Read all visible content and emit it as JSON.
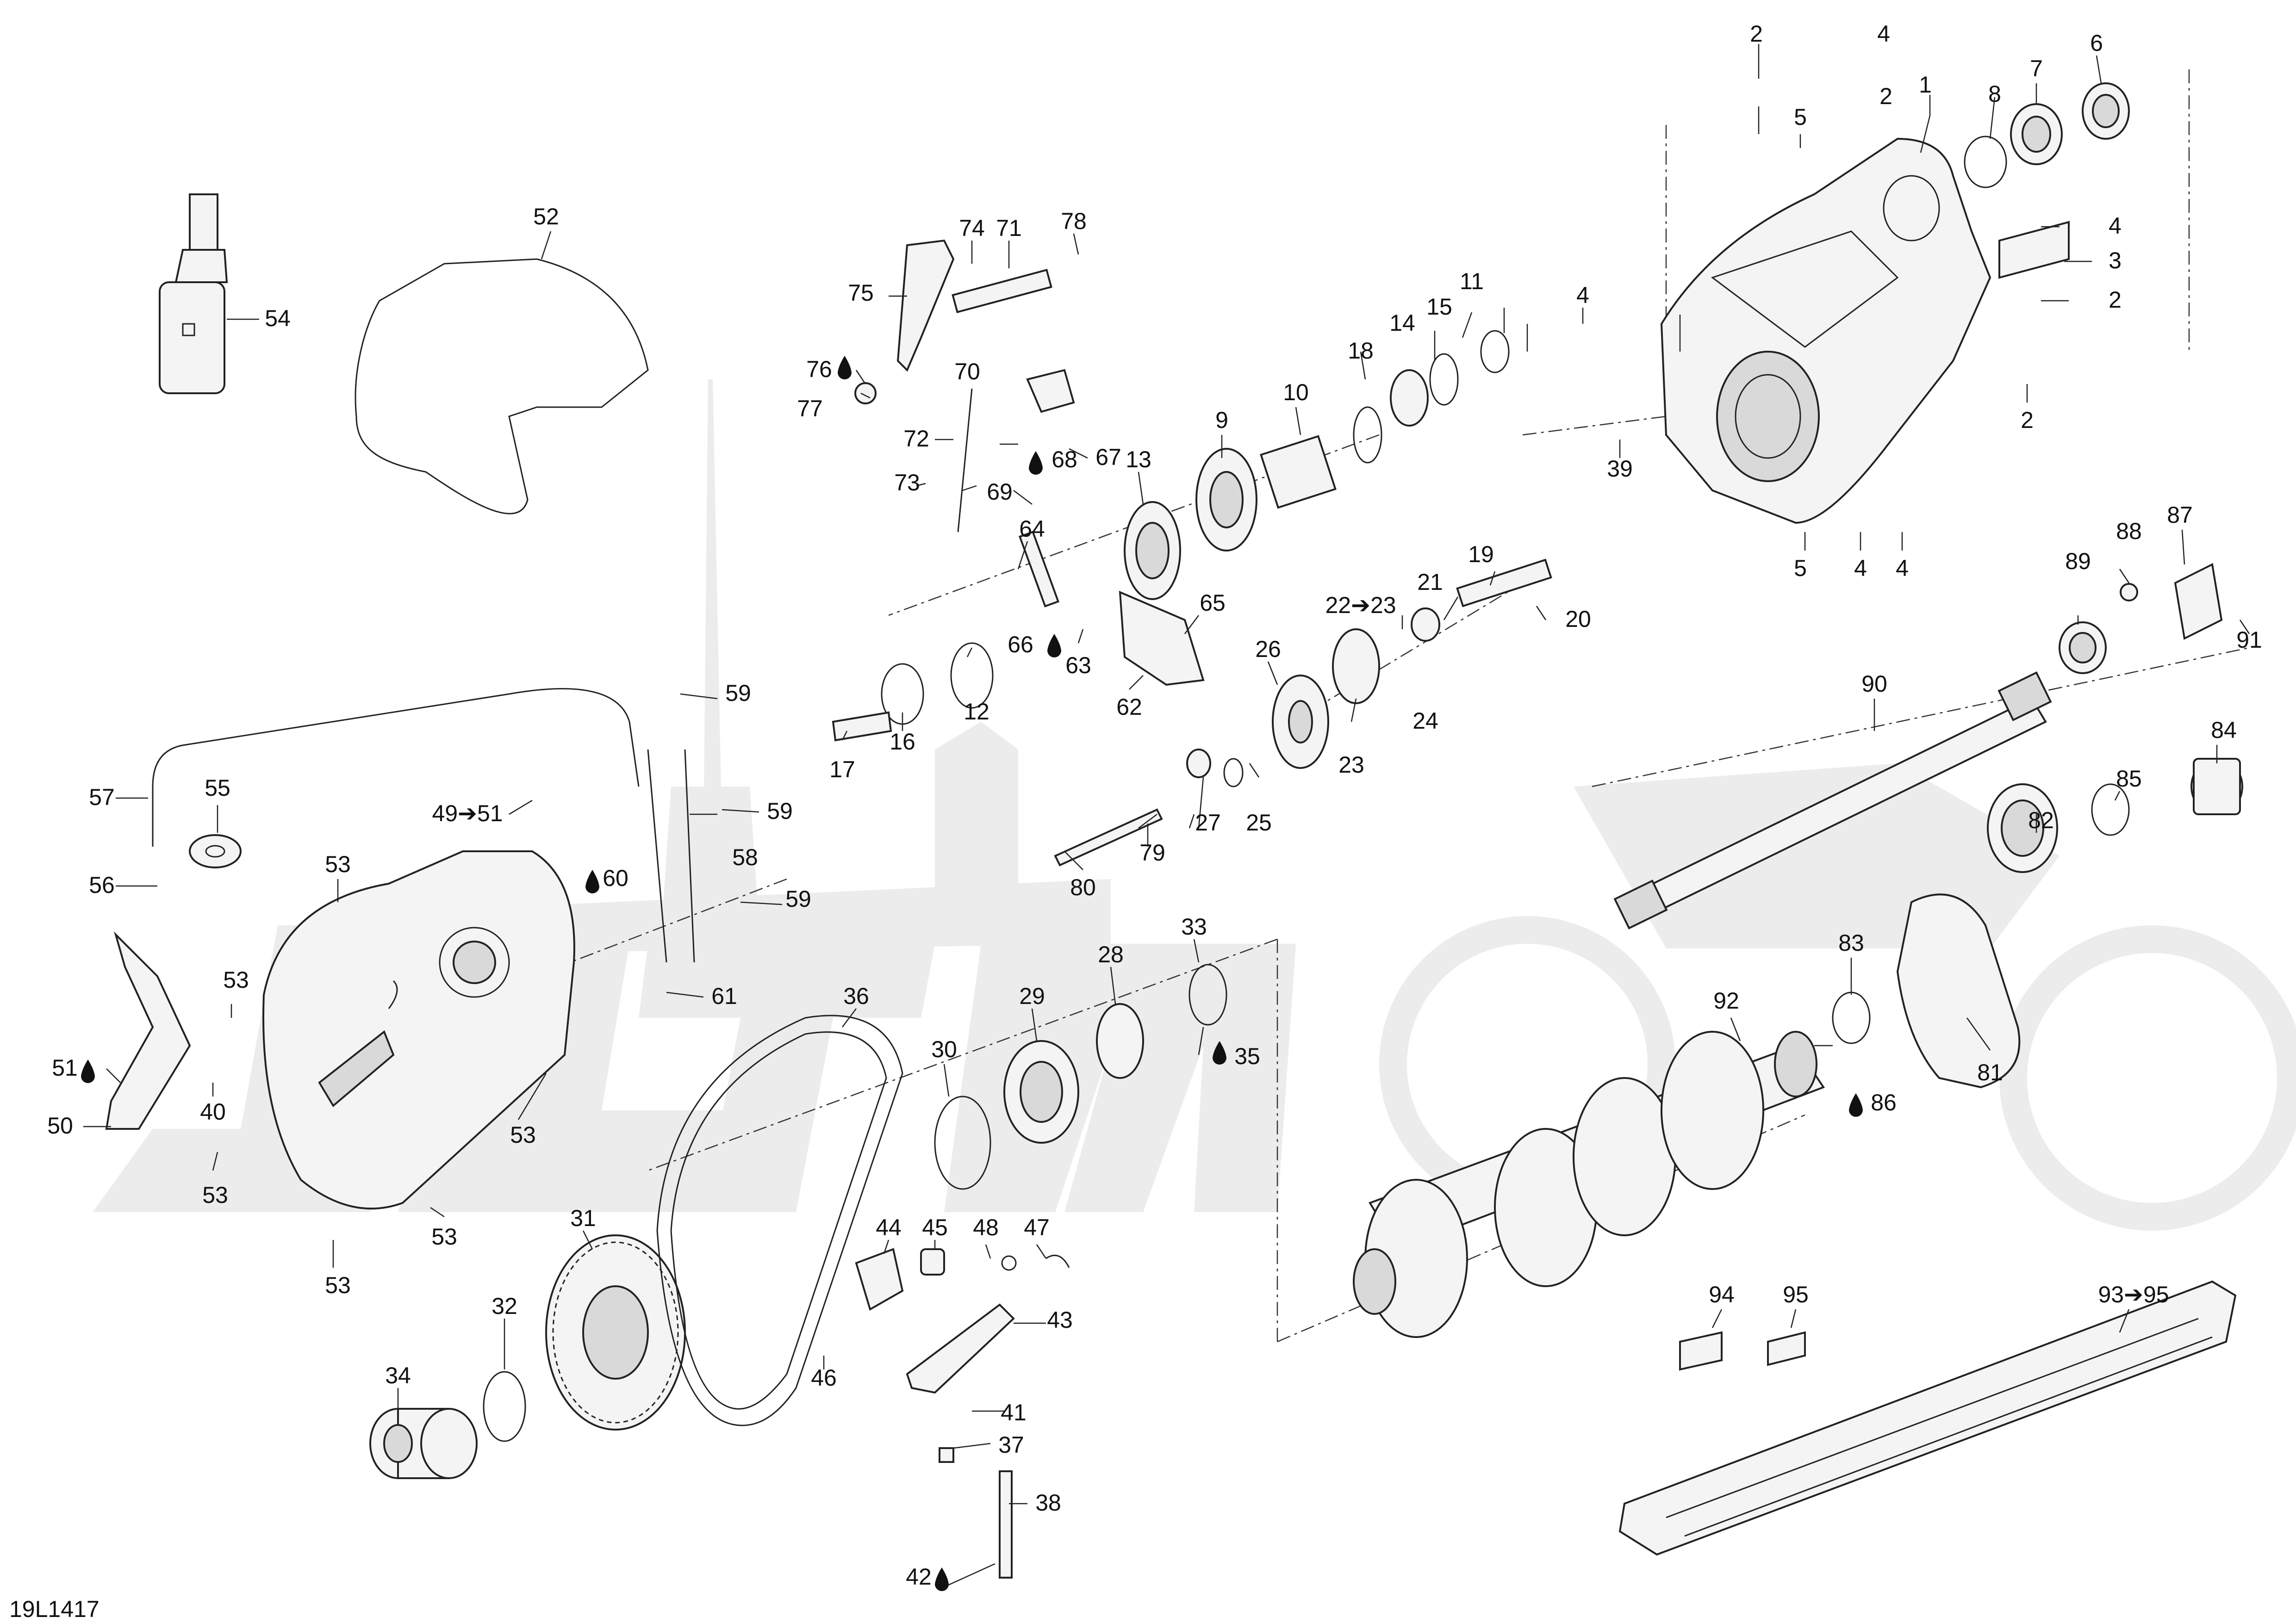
{
  "figure_code": "19L1417",
  "watermark": "ACTIMOTO",
  "callouts": [
    {
      "id": "c1",
      "text": "1"
    },
    {
      "id": "c2a",
      "text": "2"
    },
    {
      "id": "c2b",
      "text": "2"
    },
    {
      "id": "c2c",
      "text": "2"
    },
    {
      "id": "c2d",
      "text": "2"
    },
    {
      "id": "c3",
      "text": "3"
    },
    {
      "id": "c4a",
      "text": "4"
    },
    {
      "id": "c4b",
      "text": "4"
    },
    {
      "id": "c4c",
      "text": "4"
    },
    {
      "id": "c4d",
      "text": "4"
    },
    {
      "id": "c4e",
      "text": "4"
    },
    {
      "id": "c5a",
      "text": "5"
    },
    {
      "id": "c5b",
      "text": "5"
    },
    {
      "id": "c6",
      "text": "6"
    },
    {
      "id": "c7",
      "text": "7"
    },
    {
      "id": "c8",
      "text": "8"
    },
    {
      "id": "c9",
      "text": "9"
    },
    {
      "id": "c10",
      "text": "10"
    },
    {
      "id": "c11",
      "text": "11"
    },
    {
      "id": "c12",
      "text": "12"
    },
    {
      "id": "c13",
      "text": "13"
    },
    {
      "id": "c14",
      "text": "14"
    },
    {
      "id": "c15",
      "text": "15"
    },
    {
      "id": "c16",
      "text": "16"
    },
    {
      "id": "c17",
      "text": "17"
    },
    {
      "id": "c18",
      "text": "18"
    },
    {
      "id": "c19",
      "text": "19"
    },
    {
      "id": "c20",
      "text": "20"
    },
    {
      "id": "c21",
      "text": "21"
    },
    {
      "id": "c22",
      "text": "22➔23"
    },
    {
      "id": "c23",
      "text": "23"
    },
    {
      "id": "c24",
      "text": "24"
    },
    {
      "id": "c25",
      "text": "25"
    },
    {
      "id": "c26",
      "text": "26"
    },
    {
      "id": "c27",
      "text": "27"
    },
    {
      "id": "c28",
      "text": "28"
    },
    {
      "id": "c29",
      "text": "29"
    },
    {
      "id": "c30",
      "text": "30"
    },
    {
      "id": "c31",
      "text": "31"
    },
    {
      "id": "c32",
      "text": "32"
    },
    {
      "id": "c33",
      "text": "33"
    },
    {
      "id": "c34",
      "text": "34"
    },
    {
      "id": "c35",
      "text": "35"
    },
    {
      "id": "c36",
      "text": "36"
    },
    {
      "id": "c37",
      "text": "37"
    },
    {
      "id": "c38",
      "text": "38"
    },
    {
      "id": "c39",
      "text": "39"
    },
    {
      "id": "c40",
      "text": "40"
    },
    {
      "id": "c41",
      "text": "41"
    },
    {
      "id": "c42",
      "text": "42"
    },
    {
      "id": "c43",
      "text": "43"
    },
    {
      "id": "c44",
      "text": "44"
    },
    {
      "id": "c45",
      "text": "45"
    },
    {
      "id": "c46",
      "text": "46"
    },
    {
      "id": "c47",
      "text": "47"
    },
    {
      "id": "c48",
      "text": "48"
    },
    {
      "id": "c49",
      "text": "49➔51"
    },
    {
      "id": "c50",
      "text": "50"
    },
    {
      "id": "c51",
      "text": "51"
    },
    {
      "id": "c52",
      "text": "52"
    },
    {
      "id": "c53a",
      "text": "53"
    },
    {
      "id": "c53b",
      "text": "53"
    },
    {
      "id": "c53c",
      "text": "53"
    },
    {
      "id": "c53d",
      "text": "53"
    },
    {
      "id": "c53e",
      "text": "53"
    },
    {
      "id": "c53f",
      "text": "53"
    },
    {
      "id": "c54",
      "text": "54"
    },
    {
      "id": "c55",
      "text": "55"
    },
    {
      "id": "c56",
      "text": "56"
    },
    {
      "id": "c57",
      "text": "57"
    },
    {
      "id": "c58",
      "text": "58"
    },
    {
      "id": "c59a",
      "text": "59"
    },
    {
      "id": "c59b",
      "text": "59"
    },
    {
      "id": "c59c",
      "text": "59"
    },
    {
      "id": "c60",
      "text": "60"
    },
    {
      "id": "c61",
      "text": "61"
    },
    {
      "id": "c62",
      "text": "62"
    },
    {
      "id": "c63",
      "text": "63"
    },
    {
      "id": "c64",
      "text": "64"
    },
    {
      "id": "c65",
      "text": "65"
    },
    {
      "id": "c66",
      "text": "66"
    },
    {
      "id": "c67",
      "text": "67"
    },
    {
      "id": "c68",
      "text": "68"
    },
    {
      "id": "c69",
      "text": "69"
    },
    {
      "id": "c70",
      "text": "70"
    },
    {
      "id": "c71",
      "text": "71"
    },
    {
      "id": "c72",
      "text": "72"
    },
    {
      "id": "c73",
      "text": "73"
    },
    {
      "id": "c74",
      "text": "74"
    },
    {
      "id": "c75",
      "text": "75"
    },
    {
      "id": "c76",
      "text": "76"
    },
    {
      "id": "c77",
      "text": "77"
    },
    {
      "id": "c78",
      "text": "78"
    },
    {
      "id": "c79",
      "text": "79"
    },
    {
      "id": "c80",
      "text": "80"
    },
    {
      "id": "c81",
      "text": "81"
    },
    {
      "id": "c82",
      "text": "82"
    },
    {
      "id": "c83",
      "text": "83"
    },
    {
      "id": "c84",
      "text": "84"
    },
    {
      "id": "c85",
      "text": "85"
    },
    {
      "id": "c86",
      "text": "86"
    },
    {
      "id": "c87",
      "text": "87"
    },
    {
      "id": "c88",
      "text": "88"
    },
    {
      "id": "c89",
      "text": "89"
    },
    {
      "id": "c90",
      "text": "90"
    },
    {
      "id": "c91",
      "text": "91"
    },
    {
      "id": "c92",
      "text": "92"
    },
    {
      "id": "c93",
      "text": "93➔95"
    },
    {
      "id": "c94",
      "text": "94"
    },
    {
      "id": "c95",
      "text": "95"
    }
  ]
}
